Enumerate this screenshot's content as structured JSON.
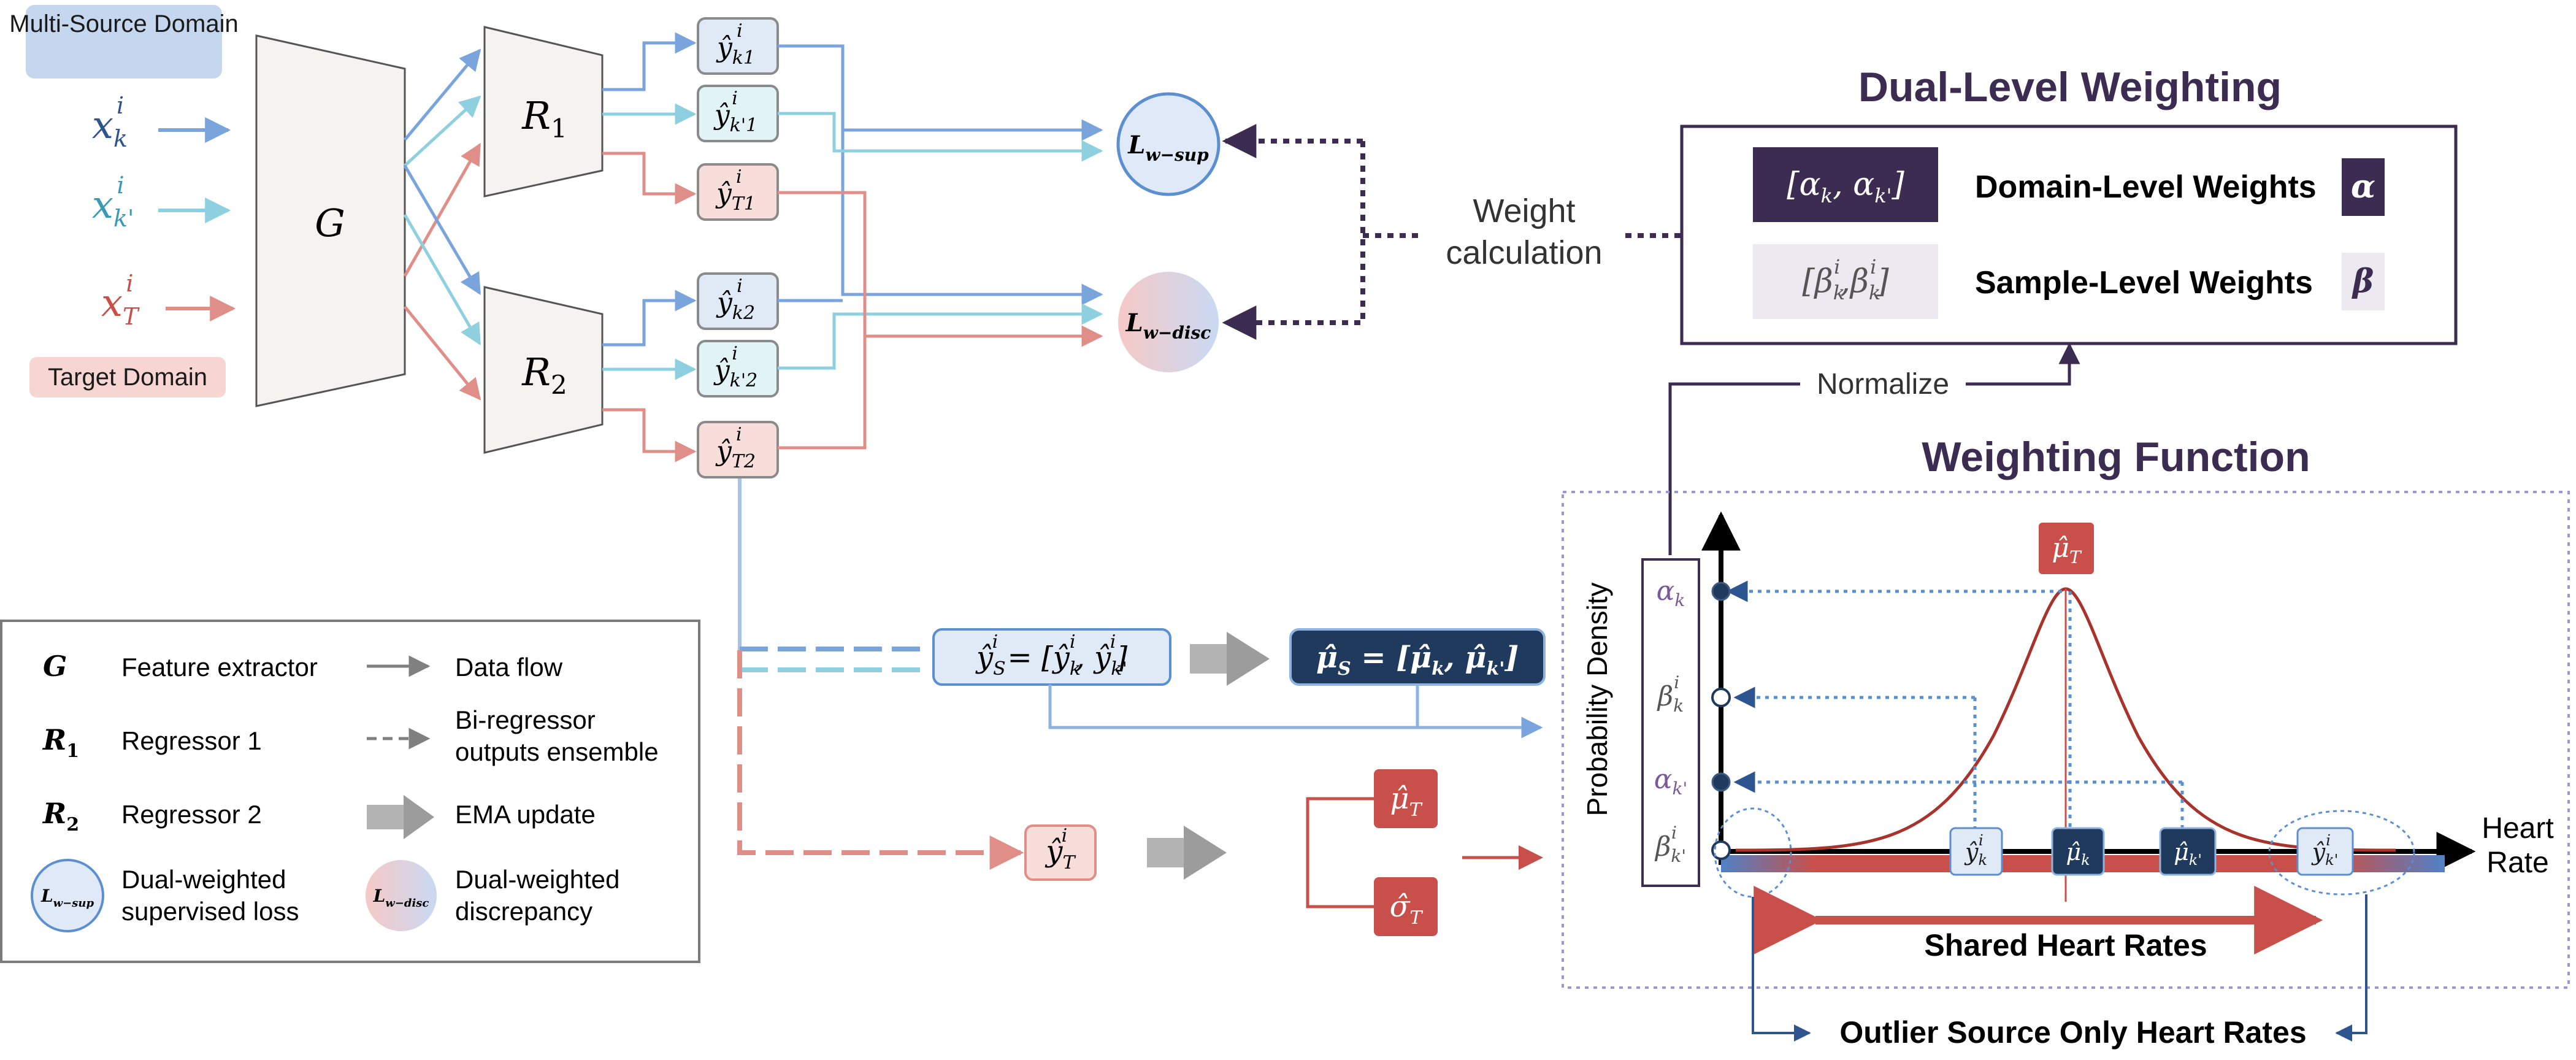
{
  "domains": {
    "source_label": "Multi-Source Domain",
    "target_label": "Target Domain",
    "inputs": {
      "xk": "x_k^i",
      "xk2": "x_k'^i",
      "xT": "x_T^i"
    }
  },
  "network": {
    "G": "G",
    "R1": "R1",
    "R2": "R2"
  },
  "outputs": {
    "yk1": "ŷ_k1^i",
    "yk21": "ŷ_k'1^i",
    "yT1": "ŷ_T1^i",
    "yk2": "ŷ_k2^i",
    "yk22": "ŷ_k'2^i",
    "yT2": "ŷ_T2^i"
  },
  "losses": {
    "sup": "L_w-sup",
    "disc": "L_w-disc"
  },
  "weight_calc": {
    "line1": "Weight",
    "line2": "calculation"
  },
  "dual_level": {
    "title": "Dual-Level Weighting",
    "domain_tuple": "[α_k, α_k']",
    "domain_label": "Domain-Level Weights",
    "domain_symbol": "α",
    "sample_tuple": "[β_k^i, β_k'^i]",
    "sample_label": "Sample-Level Weights",
    "sample_symbol": "β",
    "normalize": "Normalize"
  },
  "ensemble": {
    "source_pred": "ŷ_S^i = [ŷ_k^i, ŷ_k'^i]",
    "source_mean": "μ̂_S = [μ̂_k, μ̂_k']",
    "target_pred": "ŷ_T^i",
    "mu_T": "μ̂_T",
    "sigma_T": "σ̂_T"
  },
  "weighting_function": {
    "title": "Weighting Function",
    "y_axis": "Probability Density",
    "x_axis_line1": "Heart",
    "x_axis_line2": "Rate",
    "y_ticks": [
      "α_k",
      "β_k^i",
      "α_k'",
      "β_k'^i"
    ],
    "peak_label": "μ̂_T",
    "x_markers": [
      "ŷ_k^i",
      "μ̂_k",
      "μ̂_k'",
      "ŷ_k'^i"
    ],
    "shared": "Shared Heart Rates",
    "outlier": "Outlier Source Only Heart Rates"
  },
  "legend": {
    "items": [
      {
        "symbol": "G",
        "label": "Feature extractor"
      },
      {
        "symbol": "R1",
        "label": "Regressor 1"
      },
      {
        "symbol": "R2",
        "label": "Regressor 2"
      },
      {
        "symbol": "L_w-sup",
        "label_line1": "Dual-weighted",
        "label_line2": "supervised loss"
      },
      {
        "symbol": "",
        "label": "Data flow"
      },
      {
        "symbol": "",
        "label_line1": "Bi-regressor",
        "label_line2": "outputs ensemble"
      },
      {
        "symbol": "",
        "label": "EMA update"
      },
      {
        "symbol": "L_w-disc",
        "label_line1": "Dual-weighted",
        "label_line2": "discrepancy"
      }
    ]
  },
  "colors": {
    "source_blue": "#5b8fd0",
    "source_teal": "#7cc5d8",
    "target_red": "#d9847d",
    "dark_navy": "#1f3a5c",
    "deep_purple": "#3d2c52",
    "red_box": "#c9504a"
  },
  "chart_data": {
    "type": "line",
    "title": "Weighting Function",
    "xlabel": "Heart Rate",
    "ylabel": "Probability Density",
    "series": [
      {
        "name": "",
        "shape": "gaussian",
        "center": "μ̂_T"
      }
    ]
  }
}
